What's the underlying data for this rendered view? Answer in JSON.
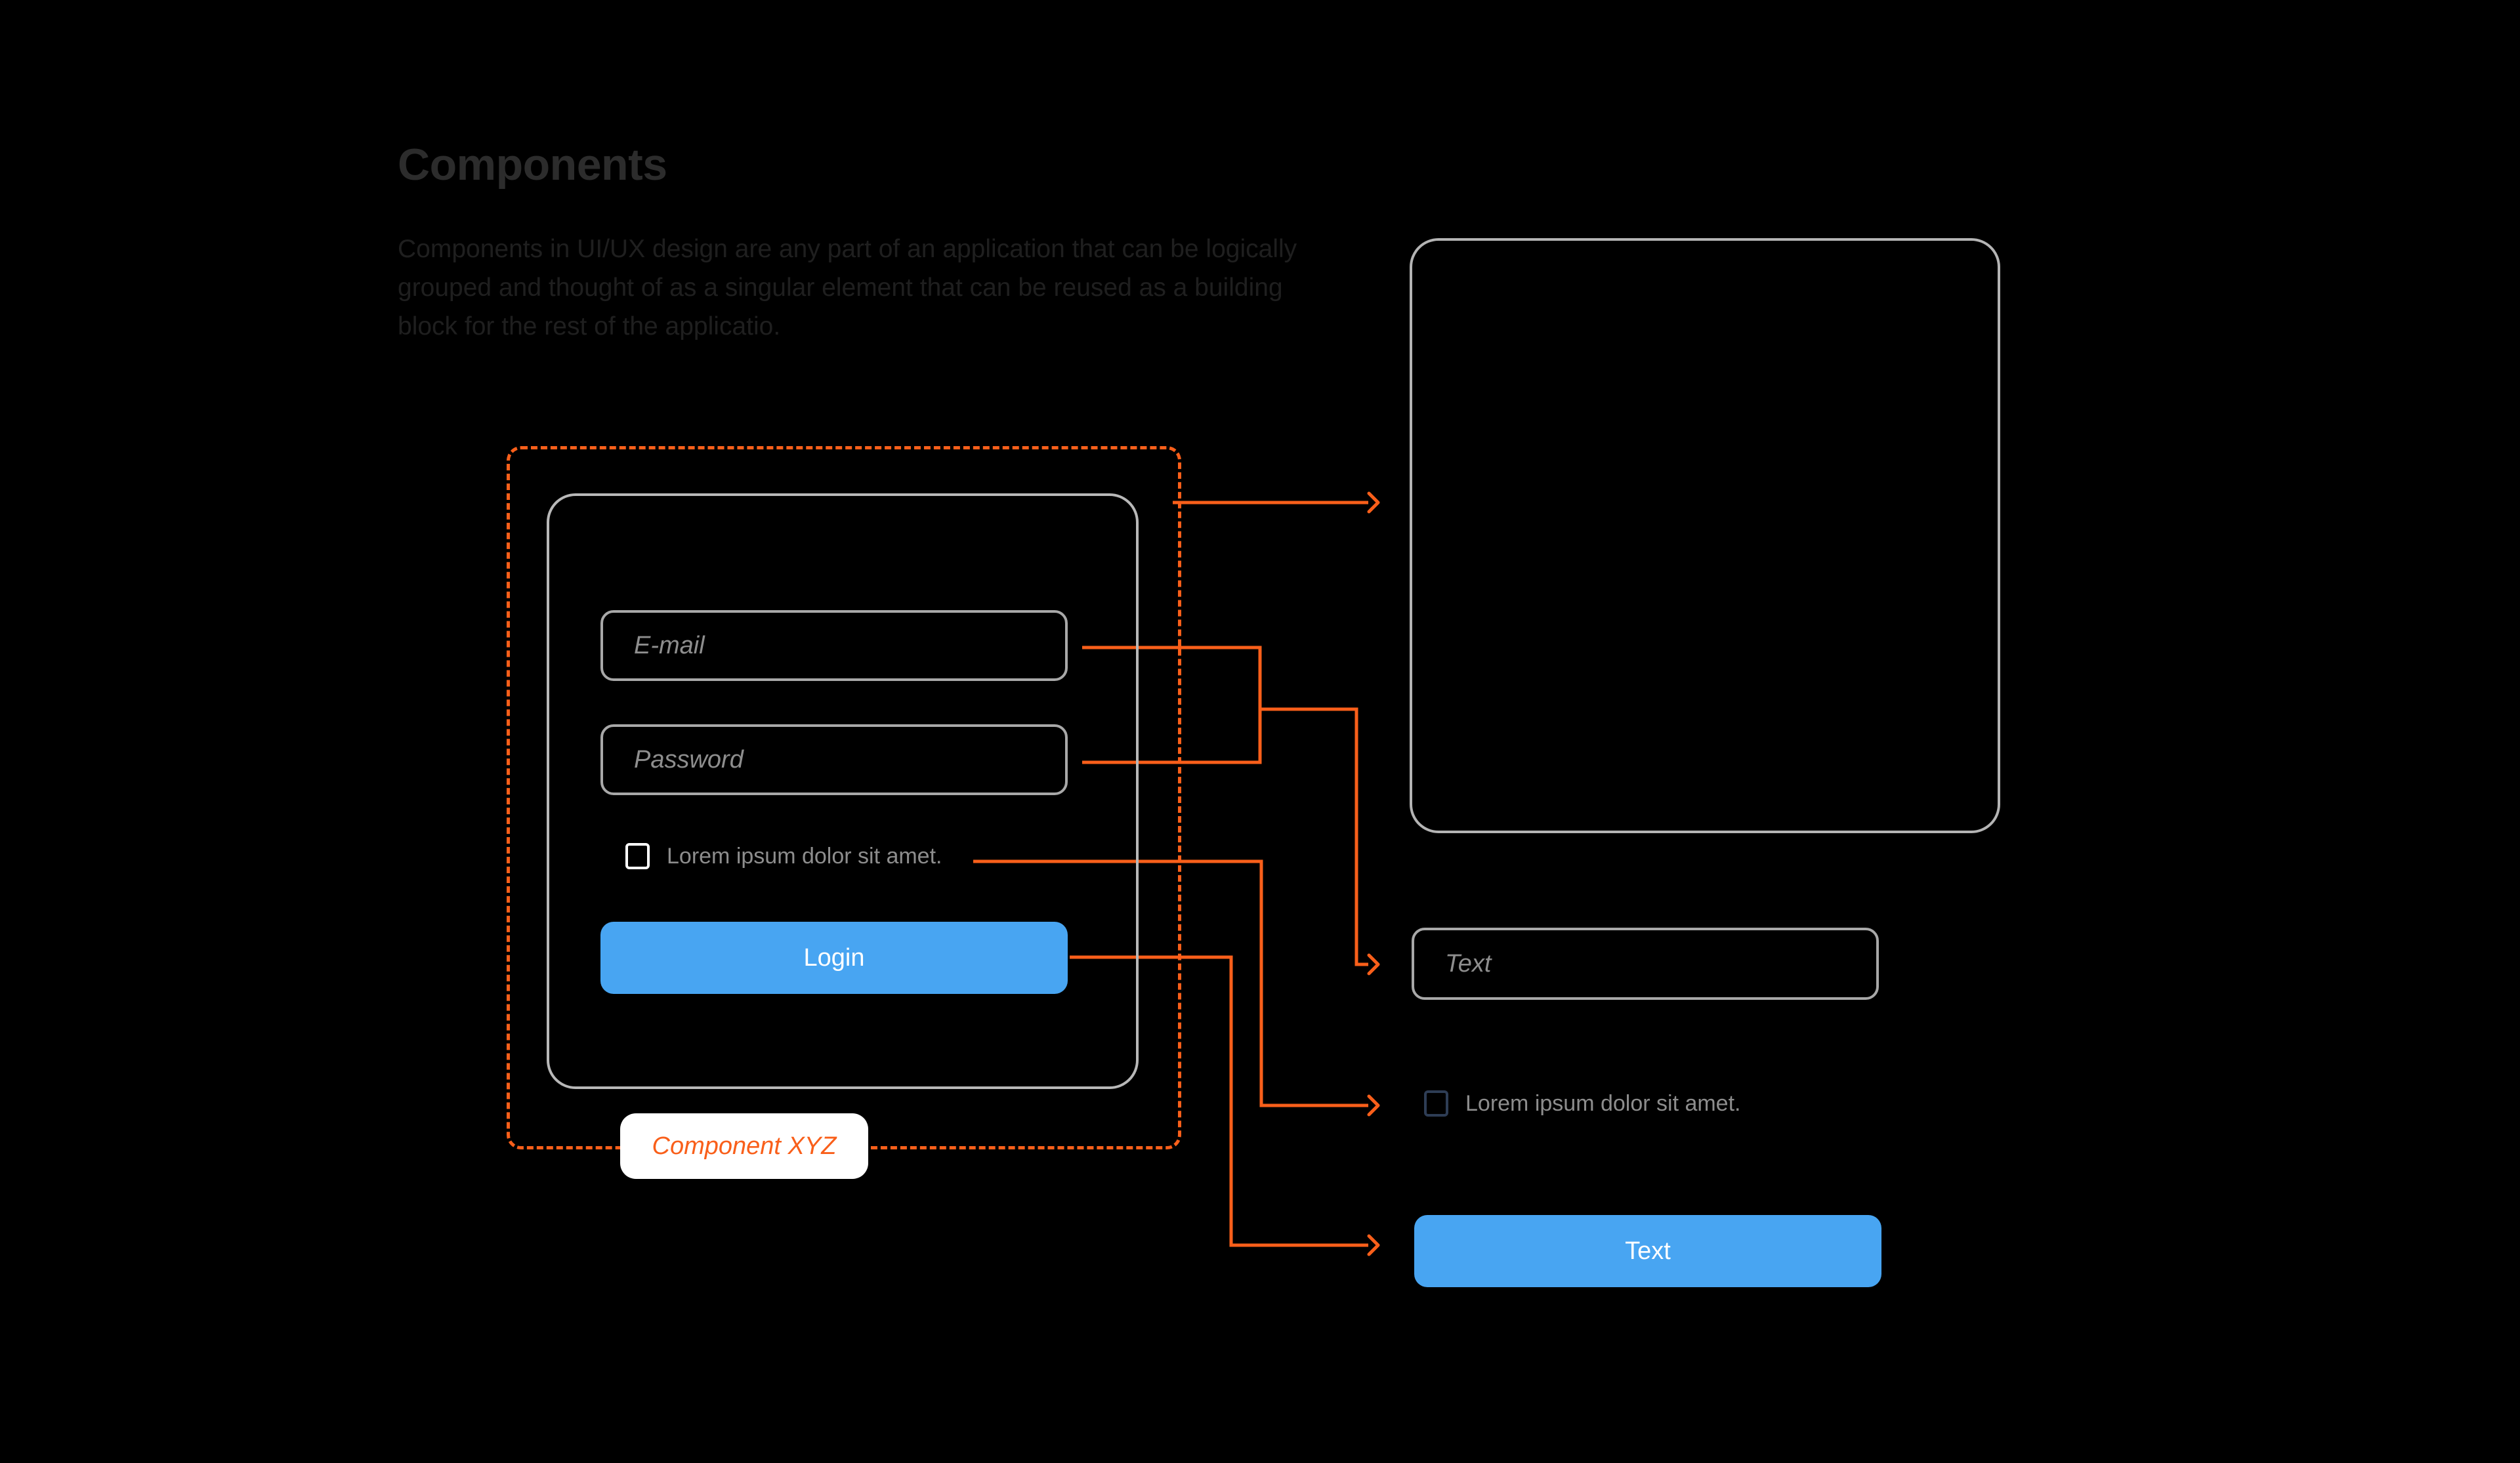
{
  "theme": {
    "background": "#000000",
    "accent_orange": "#f95f1a",
    "accent_blue": "#48a5f2",
    "border_gray": "#b4b4b4",
    "text_muted": "#8d8d8d",
    "tag_bg": "#ffffff"
  },
  "header": {
    "title": "Components",
    "description": "Components in UI/UX design are any part of an application that can be logically grouped and thought of as a singular element that can be reused as a building block for the rest of the applicatio."
  },
  "component_group": {
    "tag_label": "Component XYZ"
  },
  "login_card": {
    "email_placeholder": "E-mail",
    "password_placeholder": "Password",
    "checkbox_label": "Lorem ipsum dolor sit amet.",
    "login_button_label": "Login"
  },
  "targets": {
    "card_label": "",
    "text_input_placeholder": "Text",
    "checkbox_label": "Lorem ipsum dolor sit amet.",
    "button_label": "Text"
  },
  "connectors": [
    {
      "name": "card-to-card",
      "from": "login-card",
      "to": "empty-card"
    },
    {
      "name": "email-to-input",
      "from": "email-field",
      "to": "text-input"
    },
    {
      "name": "password-to-input",
      "from": "password-field",
      "to": "text-input"
    },
    {
      "name": "checkbox-to-checkbox",
      "from": "card-checkbox",
      "to": "target-checkbox"
    },
    {
      "name": "login-to-button",
      "from": "login-button",
      "to": "text-button"
    }
  ]
}
